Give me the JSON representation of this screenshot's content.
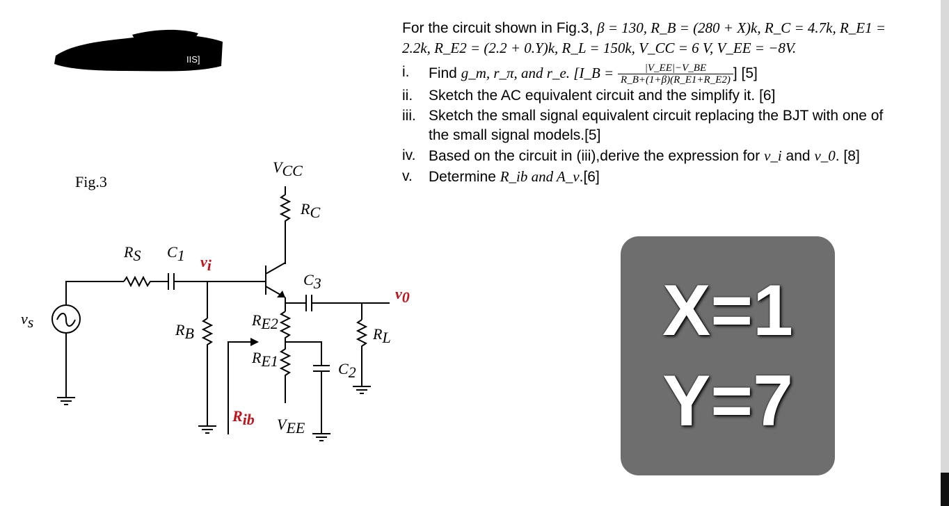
{
  "figure": {
    "label": "Fig.3",
    "redacted_text": "IIS]",
    "circuit_labels": {
      "vcc": "V",
      "vcc_sub": "CC",
      "rc": "R",
      "rc_sub": "C",
      "rs": "R",
      "rs_sub": "S",
      "c1": "C",
      "c1_sub": "1",
      "vi": "v",
      "vi_sub": "i",
      "c3": "C",
      "c3_sub": "3",
      "vo": "v",
      "vo_sub": "0",
      "vs": "v",
      "vs_sub": "s",
      "rb": "R",
      "rb_sub": "B",
      "re2": "R",
      "re2_sub": "E2",
      "rl": "R",
      "rl_sub": "L",
      "re1": "R",
      "re1_sub": "E1",
      "c2": "C",
      "c2_sub": "2",
      "rib": "R",
      "rib_sub": "ib",
      "vee": "V",
      "vee_sub": "EE"
    }
  },
  "question": {
    "intro_prefix": "For the circuit shown in Fig.3, ",
    "intro_math": "β = 130, R_B = (280 + X)k, R_C = 4.7k, R_E1 = 2.2k, R_E2 = (2.2 + 0.Y)k,  R_L = 150k, V_CC = 6 V, V_EE = −8V.",
    "items": [
      {
        "num": "i.",
        "text_a": "Find ",
        "math_a": "g_m, r_π, and r_e.  [I_B =",
        "frac_num": "|V_EE|−V_BE",
        "frac_den": "R_B+(1+β)(R_E1+R_E2)",
        "text_b": "] [5]"
      },
      {
        "num": "ii.",
        "text": "Sketch the AC equivalent circuit and the simplify it. [6]"
      },
      {
        "num": "iii.",
        "text": "Sketch the small signal equivalent circuit replacing the BJT with one of the small signal models.[5]"
      },
      {
        "num": "iv.",
        "text_a": "Based on the circuit in (iii),derive the expression for ",
        "math_a": "v_i",
        "text_b": " and ",
        "math_b": "v_0",
        "text_c": ". [8]"
      },
      {
        "num": "v.",
        "text_a": "Determine ",
        "math_a": "R_ib and A_v",
        "text_b": ".[6]"
      }
    ]
  },
  "values_box": {
    "x_line": "X=1",
    "y_line": "Y=7",
    "background": "#6e6e6e"
  },
  "colors": {
    "highlight_red": "#c0141c"
  }
}
